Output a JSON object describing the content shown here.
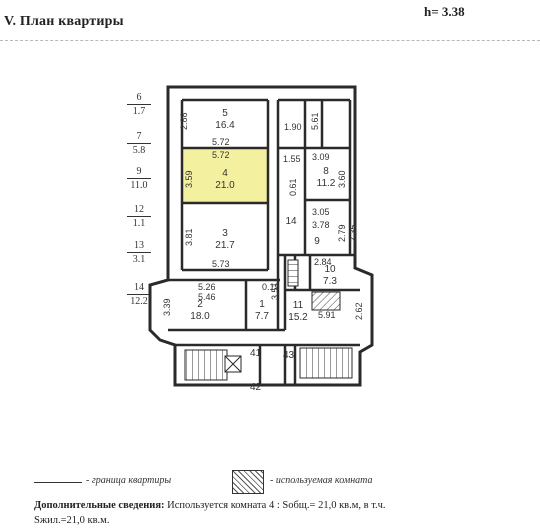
{
  "header": {
    "title": "V. План квартиры",
    "ceiling_height": "h= 3.38"
  },
  "left_scale": [
    {
      "num": "6",
      "den": "1.7"
    },
    {
      "num": "7",
      "den": "5.8"
    },
    {
      "num": "9",
      "den": "11.0"
    },
    {
      "num": "12",
      "den": "1.1"
    },
    {
      "num": "13",
      "den": "3.1"
    },
    {
      "num": "14",
      "den": "12.2"
    }
  ],
  "rooms": [
    {
      "num": "5",
      "area": "16.4"
    },
    {
      "num": "4",
      "area": "21.0"
    },
    {
      "num": "3",
      "area": "21.7"
    },
    {
      "num": "2",
      "area": "18.0"
    },
    {
      "num": "1",
      "area": "7.7"
    },
    {
      "num": "8",
      "area": "11.2"
    },
    {
      "num": "9",
      "area": ""
    },
    {
      "num": "10",
      "area": "7.3"
    },
    {
      "num": "11",
      "area": "15.2"
    },
    {
      "num": "14",
      "area": ""
    }
  ],
  "dimensions": [
    "2.88",
    "5.72",
    "5.72",
    "3.59",
    "3.81",
    "5.73",
    "5.26",
    "5.46",
    "3.39",
    "1.90",
    "1.55",
    "3.09",
    "3.05",
    "3.78",
    "2.84",
    "5.91",
    "2.62",
    "0.61",
    "0.19",
    "3.51",
    "2.79",
    "2.35",
    "3.60",
    "5.61"
  ],
  "stair_labels": [
    "41",
    "42",
    "43"
  ],
  "legend": {
    "boundary_label": "- граница квартиры",
    "used_room_label": "- используемая комната"
  },
  "info": {
    "label": "Дополнительные сведения:",
    "text": "Используется комната  4  : Sобщ.= 21,0 кв.м, в т.ч.",
    "living": "Sжил.=21,0 кв.м."
  },
  "colors": {
    "highlight": "#f3f1a0",
    "walls": "#2a2a2a"
  }
}
